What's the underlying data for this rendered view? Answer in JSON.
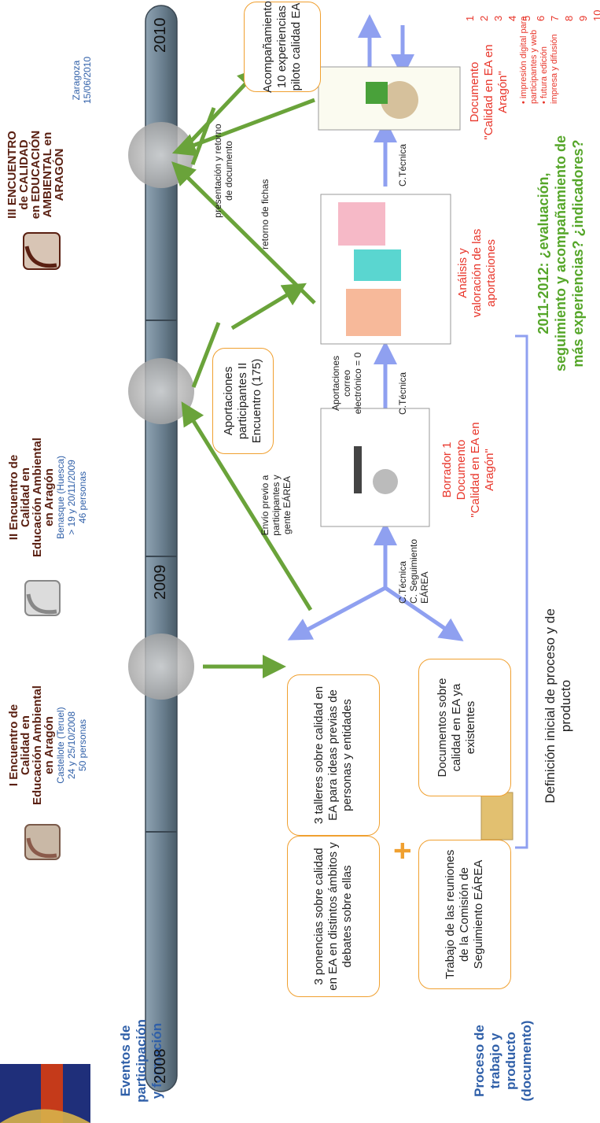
{
  "row_labels": {
    "events": [
      "Eventos de",
      "participación",
      "y formación"
    ],
    "process": [
      "Proceso de",
      "trabajo y",
      "producto",
      "(documento)"
    ]
  },
  "timeline": {
    "years": [
      "2008",
      "2009",
      "2010"
    ]
  },
  "events": [
    {
      "title_lines": [
        "I Encuentro de",
        "Calidad en",
        "Educación Ambiental",
        "en Aragón"
      ],
      "place": "Castellote (Teruel)",
      "date": "24 y 25/10/2008",
      "people": "50 personas"
    },
    {
      "title_lines": [
        "II Encuentro de",
        "Calidad en",
        "Educación Ambiental",
        "en Aragón"
      ],
      "place": "Benasque (Huesca)",
      "date": "> 19 y 20/11/2009",
      "people": "46 personas"
    },
    {
      "title_lines": [
        "III ENCUENTRO",
        "de CALIDAD",
        "en EDUCACIÓN",
        "AMBIENTAL en",
        "ARAGÓN"
      ],
      "place": "Zaragoza",
      "date": "15/06/2010",
      "people": ""
    }
  ],
  "boxes": {
    "ponencias": "3 ponencias sobre calidad en EA en distintos ámbitos y debates sobre ellas",
    "talleres": "3 talleres sobre calidad en EA para ideas previas de personas y entidades",
    "reuniones": "Trabajo de las reuniones de la Comisión de Seguimiento EÁREA",
    "documentos": "Documentos sobre calidad en EA ya existentes",
    "aportaciones": "Aportaciones participantes II Encuentro (175)",
    "acompanamiento": "Acompañamiento 10 experiencias piloto calidad EA"
  },
  "plus": "+",
  "definicion": "Definición inicial de proceso y de producto",
  "arrow_labels": {
    "ctecnica_seguimiento": [
      "C.Técnica",
      "C. Seguimiento",
      "EÁREA"
    ],
    "envio": [
      "Envío previo a",
      "participantes y",
      "gente EÁREA"
    ],
    "aportaciones_correo": [
      "Aportaciones",
      "correo",
      "electrónico = 0"
    ],
    "ctecnica_1": "C.Técnica",
    "retorno_fichas": "retorno de fichas",
    "ctecnica_2": "C.Técnica",
    "presentacion": [
      "presentación y retorno",
      "de documento"
    ]
  },
  "doc_labels": {
    "borrador": [
      "Borrador 1",
      "Documento",
      "\"Calidad en EA en",
      "Aragón\""
    ],
    "analisis": [
      "Análisis y",
      "valoración de las",
      "aportaciones"
    ],
    "documento": [
      "Documento",
      "\"Calidad en EA en",
      "Aragón\""
    ]
  },
  "numbers": [
    "1",
    "2",
    "3",
    "4",
    "5",
    "6",
    "7",
    "8",
    "9",
    "10",
    "..."
  ],
  "difusion": [
    "• impresión digital para",
    "participantes y web",
    "• futura edición",
    "impresa y difusión"
  ],
  "future": [
    "2011-2012: ¿evaluación,",
    "seguimiento y acompañamiento de",
    "más experiencias? ¿indicadores?"
  ],
  "colors": {
    "timeline": "#6d8292",
    "arrow_green": "#6aa33a",
    "arrow_blue": "#8fa0f0",
    "box_border": "#f0a030",
    "red_text": "#e8352a",
    "blue_text": "#2f5fa8",
    "green_text": "#55a629"
  }
}
